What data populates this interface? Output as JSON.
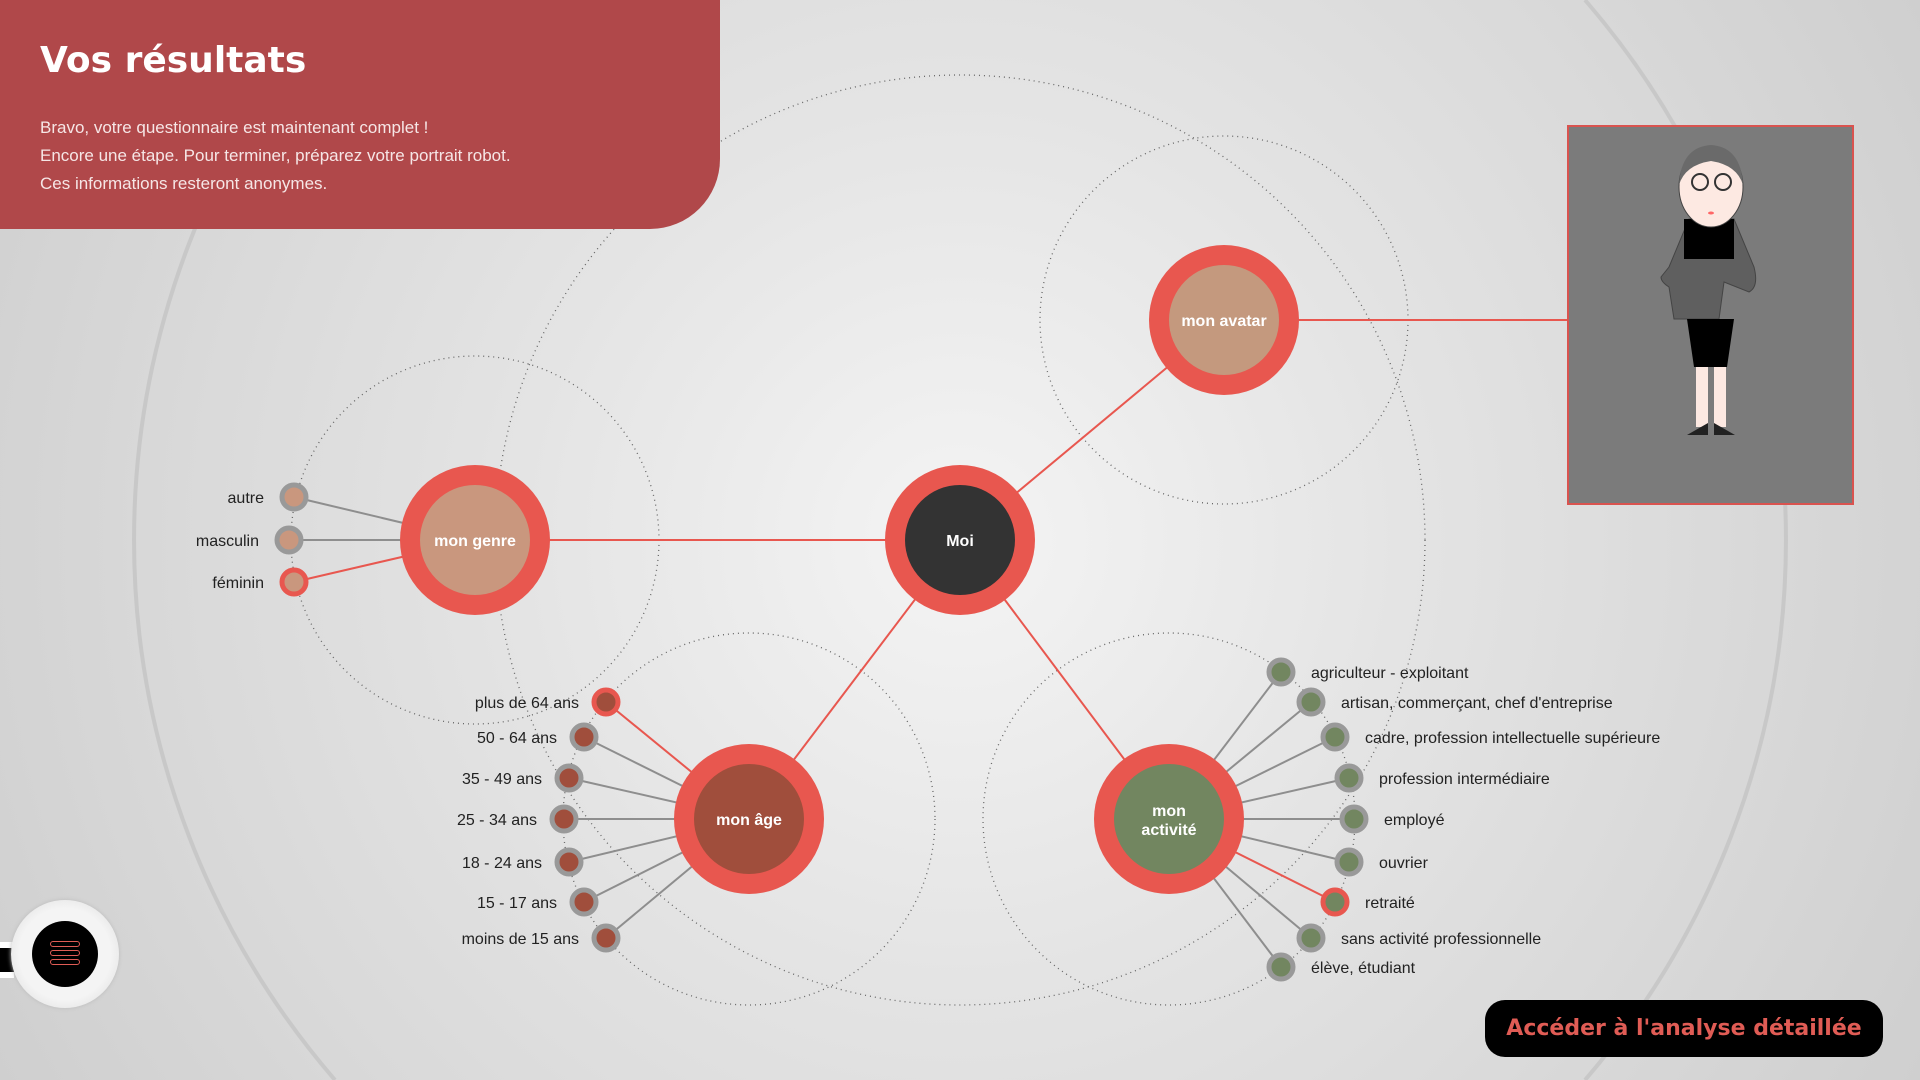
{
  "header": {
    "title": "Vos résultats",
    "lines": [
      "Bravo, votre questionnaire est maintenant complet !",
      "Encore une étape. Pour terminer, préparez votre portrait robot.",
      "Ces informations resteront anonymes."
    ]
  },
  "colors": {
    "ring": "#e8574f",
    "moi": "#333333",
    "genre": "#c9977e",
    "avatar": "#c4997e",
    "age": "#a04e3c",
    "activite": "#728660",
    "panel": "#b0484a"
  },
  "hubs": {
    "moi": "Moi",
    "avatar": "mon avatar",
    "genre": "mon genre",
    "age": "mon âge",
    "activite": [
      "mon",
      "activité"
    ]
  },
  "genre": {
    "options": [
      "autre",
      "masculin",
      "féminin"
    ],
    "selected": "féminin"
  },
  "age": {
    "options": [
      "plus de 64 ans",
      "50 - 64 ans",
      "35 - 49 ans",
      "25 - 34 ans",
      "18 - 24 ans",
      "15 - 17 ans",
      "moins de 15 ans"
    ],
    "selected": "plus de 64 ans"
  },
  "activite": {
    "options": [
      "agriculteur - exploitant",
      "artisan, commerçant, chef d'entreprise",
      "cadre, profession intellectuelle supérieure",
      "profession intermédiaire",
      "employé",
      "ouvrier",
      "retraité",
      "sans activité professionnelle",
      "élève, étudiant"
    ],
    "selected": "retraité"
  },
  "cta": {
    "label": "Accéder à l'analyse détaillée"
  },
  "menu": {
    "icon": "hamburger-icon"
  }
}
